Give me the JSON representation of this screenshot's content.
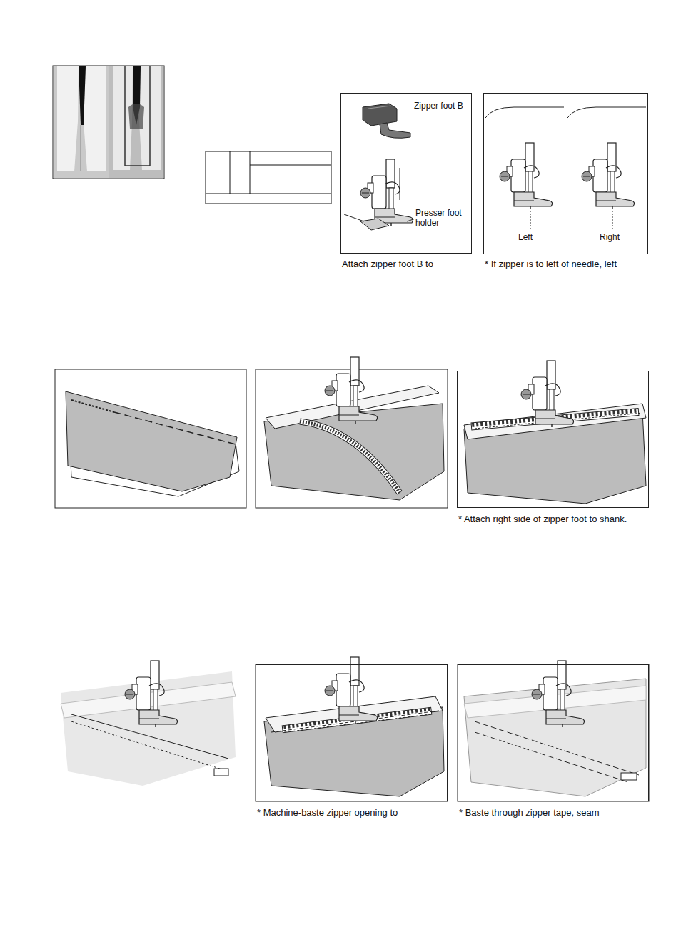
{
  "diagram": {
    "nodes": [
      {
        "text": [
          "Zipper foot B",
          "Presser foot holder",
          "Attach zipper foot B to"
        ]
      },
      {
        "text": [
          "Left",
          "Right",
          "* If zipper is to left of needle, left"
        ]
      },
      {
        "text": [
          "* Attach right side of zipper foot to shank."
        ]
      },
      {
        "text": [
          "* Machine-baste zipper opening to"
        ]
      },
      {
        "text": [
          "* Baste through zipper tape, seam"
        ]
      }
    ]
  }
}
